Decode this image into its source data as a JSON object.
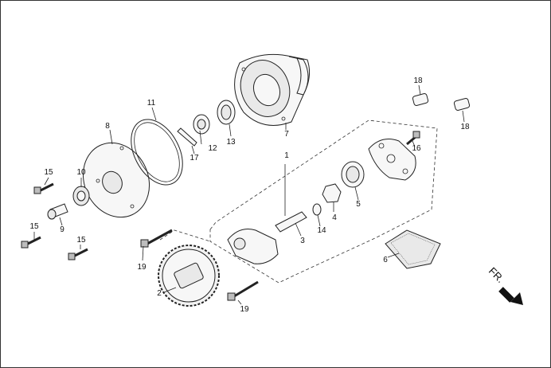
{
  "diagram": {
    "direction_label": "FR.",
    "callouts": [
      {
        "id": "c1",
        "text": "1"
      },
      {
        "id": "c2",
        "text": "2"
      },
      {
        "id": "c3",
        "text": "3"
      },
      {
        "id": "c4",
        "text": "4"
      },
      {
        "id": "c5",
        "text": "5"
      },
      {
        "id": "c6",
        "text": "6"
      },
      {
        "id": "c7",
        "text": "7"
      },
      {
        "id": "c8",
        "text": "8"
      },
      {
        "id": "c9",
        "text": "9"
      },
      {
        "id": "c10",
        "text": "10"
      },
      {
        "id": "c11",
        "text": "11"
      },
      {
        "id": "c12",
        "text": "12"
      },
      {
        "id": "c13",
        "text": "13"
      },
      {
        "id": "c14",
        "text": "14"
      },
      {
        "id": "c15a",
        "text": "15"
      },
      {
        "id": "c15b",
        "text": "15"
      },
      {
        "id": "c15c",
        "text": "15"
      },
      {
        "id": "c16",
        "text": "16"
      },
      {
        "id": "c17",
        "text": "17"
      },
      {
        "id": "c18a",
        "text": "18"
      },
      {
        "id": "c18b",
        "text": "18"
      },
      {
        "id": "c19a",
        "text": "19"
      },
      {
        "id": "c19b",
        "text": "19"
      }
    ]
  }
}
